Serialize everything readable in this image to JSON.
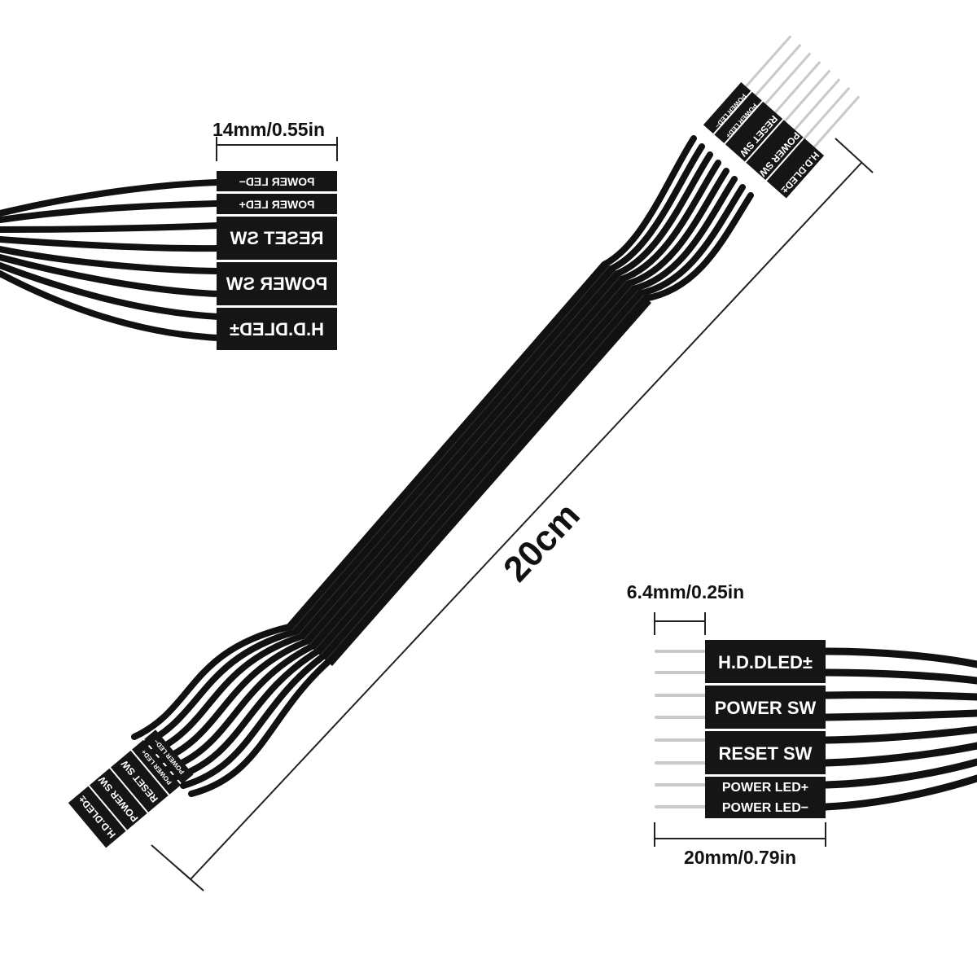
{
  "dimensions": {
    "left_header_width": "14mm/0.55in",
    "right_pin_length": "6.4mm/0.25in",
    "right_header_width": "20mm/0.79in",
    "cable_length": "20cm"
  },
  "left_connector_labels": [
    "POWER LED−",
    "POWER LED+",
    "RESET SW",
    "POWER SW",
    "H.D.DLED±"
  ],
  "right_connector_labels": [
    "H.D.DLED±",
    "POWER SW",
    "RESET SW",
    "POWER LED+",
    "POWER LED−"
  ],
  "top_end_labels": [
    "POWER LED−",
    "POWER LED+",
    "RESET SW",
    "POWER SW",
    "H.D.DLED±"
  ],
  "bottom_end_labels": [
    "H.D.DLED±",
    "POWER SW",
    "RESET SW",
    "POWER LED+",
    "POWER LED−"
  ],
  "colors": {
    "cable": "#111111",
    "housing": "#151515",
    "pin": "#c9c9c9",
    "dimension_line": "#222222",
    "label_text": "#ffffff"
  }
}
